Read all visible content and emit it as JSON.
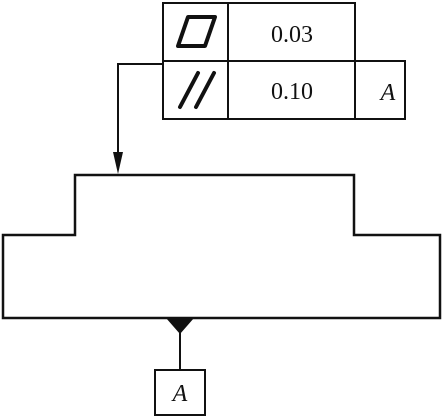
{
  "tolerance_frame": {
    "rows": [
      {
        "symbol": "flatness-icon",
        "value": "0.03",
        "datum": ""
      },
      {
        "symbol": "parallelism-icon",
        "value": "0.10",
        "datum": "A"
      }
    ]
  },
  "datum_feature": {
    "label": "A"
  }
}
